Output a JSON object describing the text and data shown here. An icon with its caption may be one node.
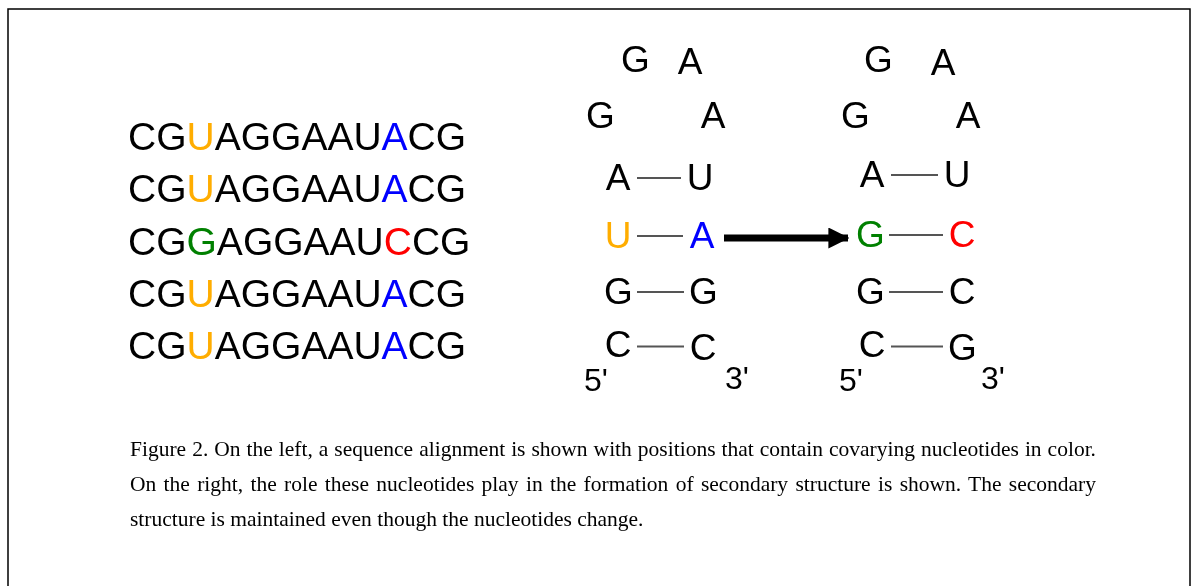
{
  "diagram": {
    "caption": "Figure 2. On the left, a sequence alignment is shown with positions that contain covarying nucleotides in color. On the right, the role these nucleotides play in the formation of secondary structure is shown. The secondary structure is maintained even though the nucleotides change.",
    "nodes": [
      {
        "text": [
          "G"
        ]
      },
      {
        "text": [
          "A"
        ]
      },
      {
        "text": [
          "G"
        ]
      },
      {
        "text": [
          "A"
        ]
      },
      {
        "text": [
          "A"
        ]
      },
      {
        "text": [
          "U"
        ]
      },
      {
        "text": [
          "U"
        ]
      },
      {
        "text": [
          "A"
        ]
      },
      {
        "text": [
          "G"
        ]
      },
      {
        "text": [
          "G"
        ]
      },
      {
        "text": [
          "C"
        ]
      },
      {
        "text": [
          "C"
        ]
      },
      {
        "text": [
          "G"
        ]
      },
      {
        "text": [
          "A"
        ]
      },
      {
        "text": [
          "G"
        ]
      },
      {
        "text": [
          "A"
        ]
      },
      {
        "text": [
          "A"
        ]
      },
      {
        "text": [
          "U"
        ]
      },
      {
        "text": [
          "G"
        ]
      },
      {
        "text": [
          "C"
        ]
      },
      {
        "text": [
          "G"
        ]
      },
      {
        "text": [
          "C"
        ]
      },
      {
        "text": [
          "C"
        ]
      },
      {
        "text": [
          "G"
        ]
      }
    ],
    "edges": [
      {
        "from": 4,
        "to": 5,
        "arrow": "none"
      },
      {
        "from": 6,
        "to": 7,
        "arrow": "none"
      },
      {
        "from": 8,
        "to": 9,
        "arrow": "none"
      },
      {
        "from": 10,
        "to": 11,
        "arrow": "none"
      },
      {
        "from": 7,
        "to": 18,
        "arrow": "to",
        "style": "thick"
      },
      {
        "from": 16,
        "to": 17,
        "arrow": "none"
      },
      {
        "from": 18,
        "to": 19,
        "arrow": "none"
      },
      {
        "from": 20,
        "to": 21,
        "arrow": "none"
      },
      {
        "from": 22,
        "to": 23,
        "arrow": "none"
      }
    ],
    "labels": [
      "CGUAGGAAUACG",
      "CGUAGGAAUACG",
      "CGGAGGAAUCCG",
      "CGUAGGAAUACG",
      "CGUAGGAAUACG",
      "5'",
      "3'",
      "5'",
      "3'"
    ]
  }
}
